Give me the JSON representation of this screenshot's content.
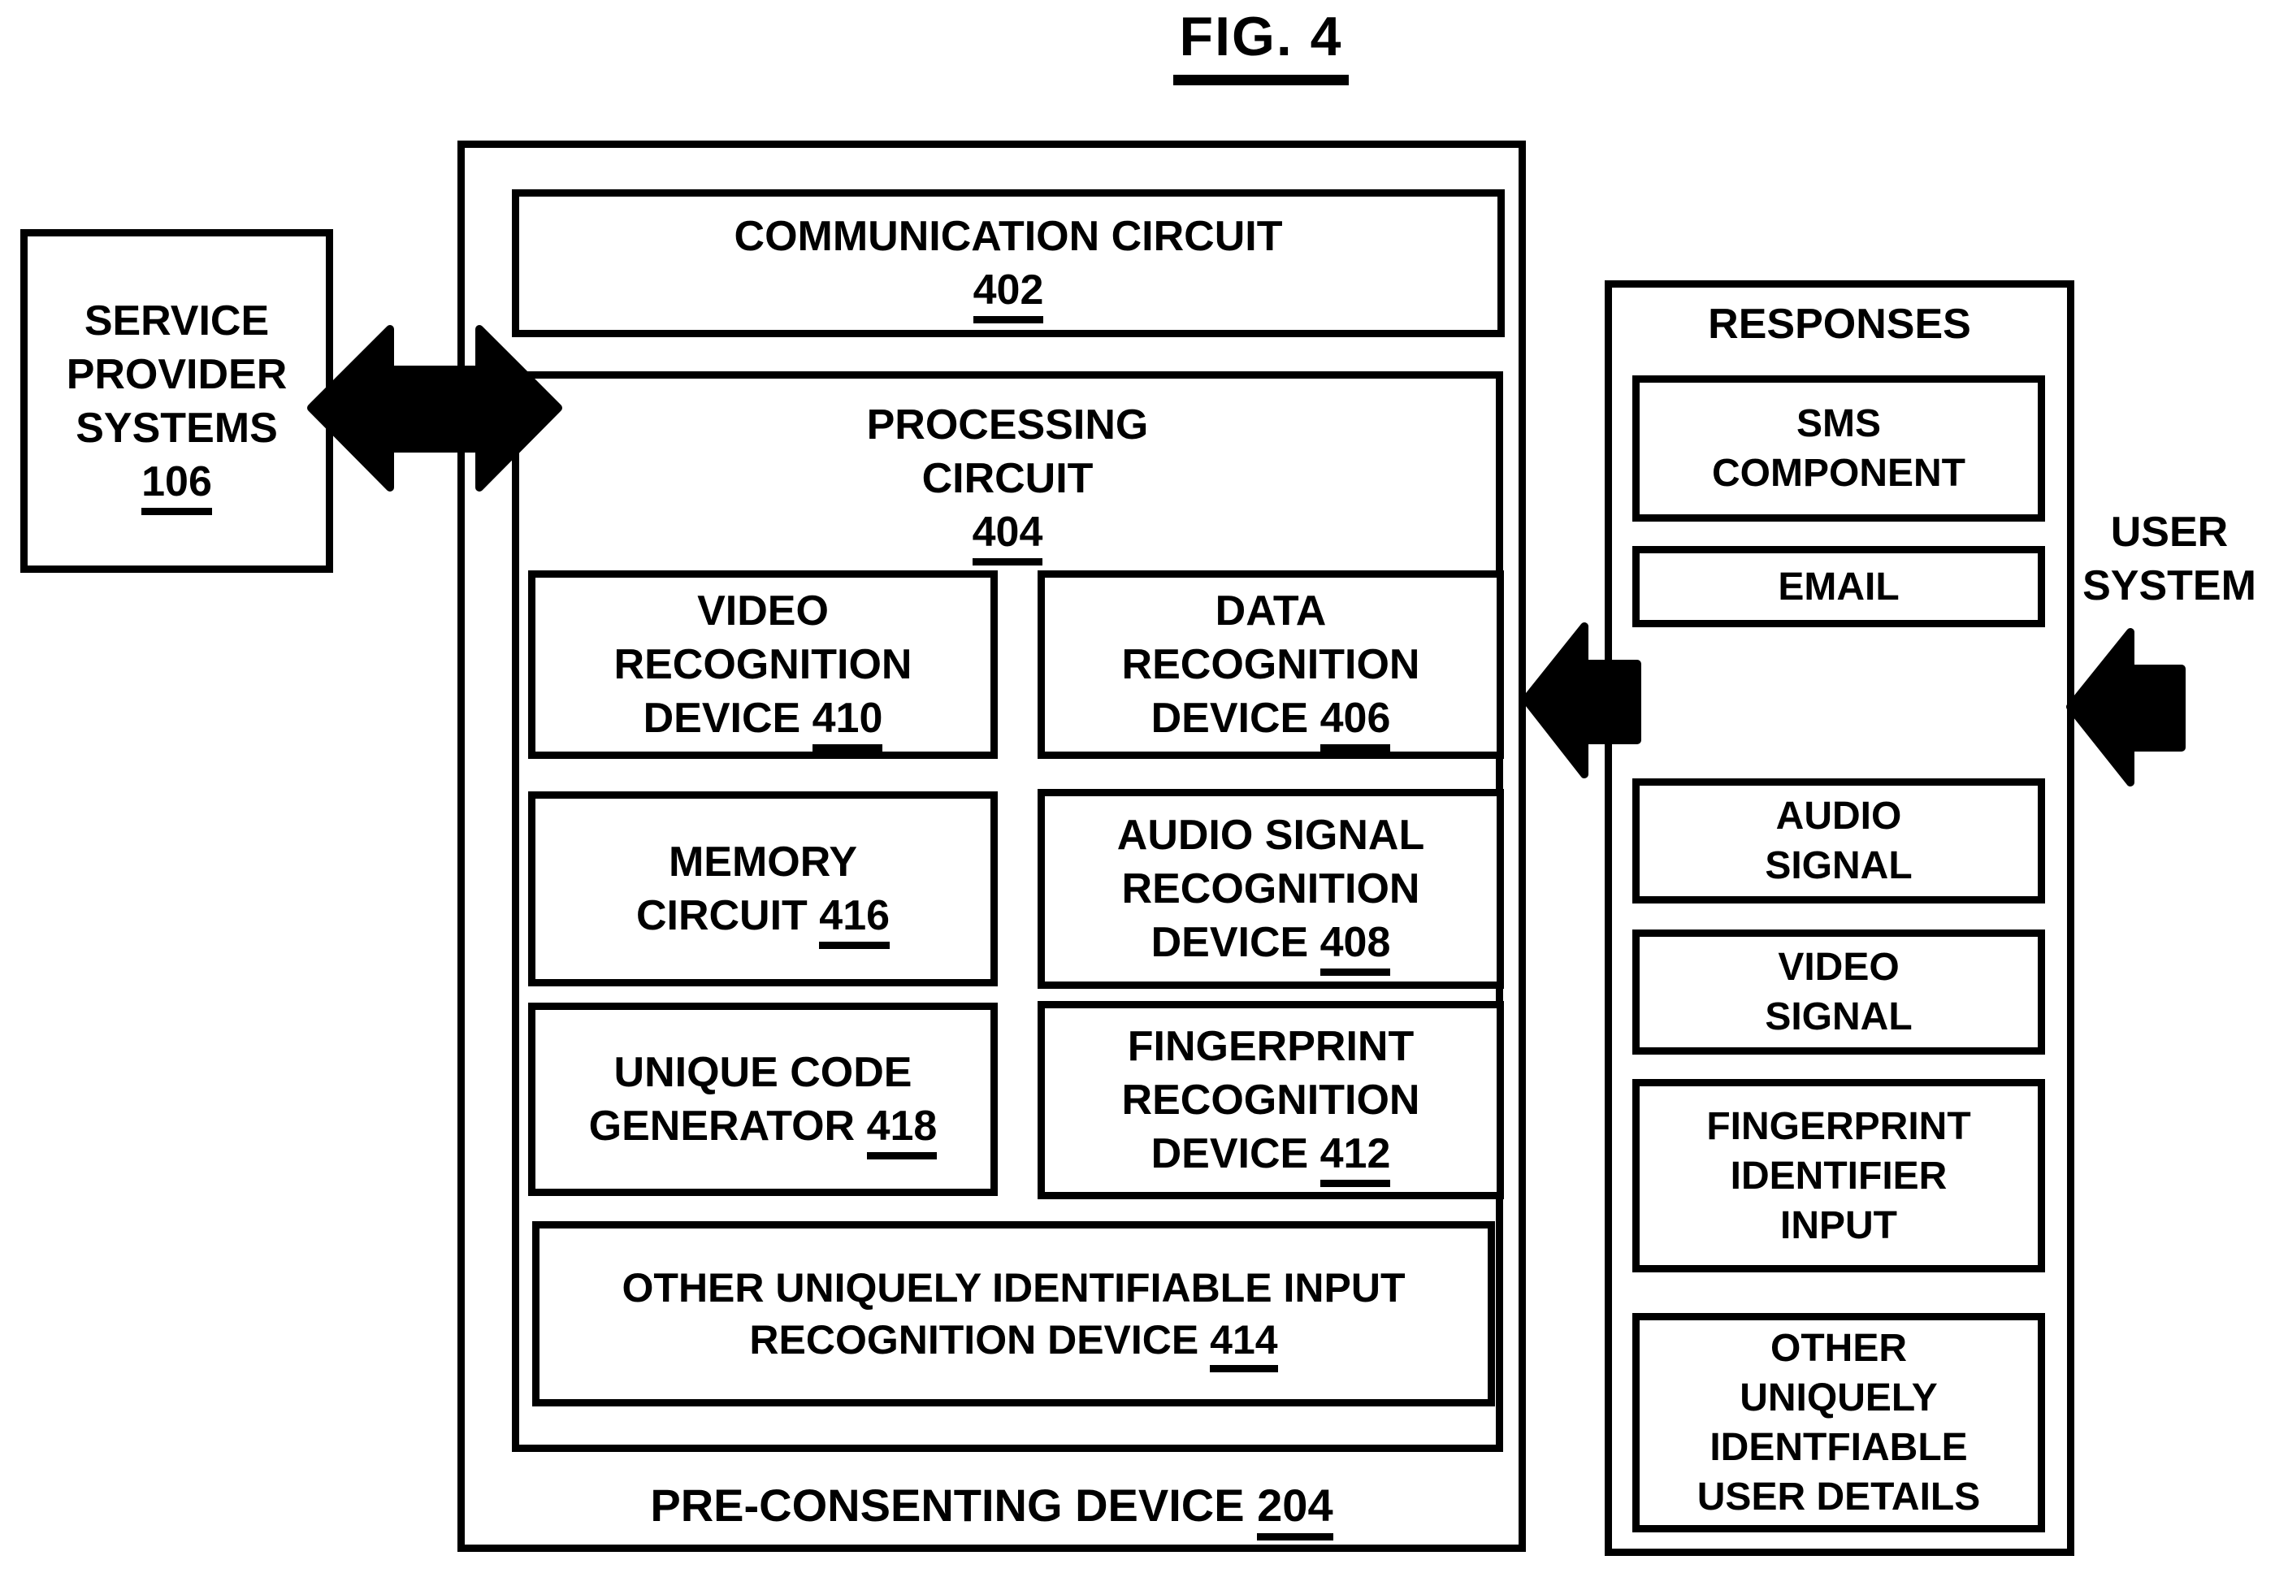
{
  "colors": {
    "ink": "#000000",
    "paper": "#ffffff"
  },
  "figure": {
    "title": "FIG. 4"
  },
  "service_provider": {
    "l1": "SERVICE",
    "l2": "PROVIDER",
    "l3": "SYSTEMS",
    "ref": "106"
  },
  "center": {
    "communication": {
      "label": "COMMUNICATION CIRCUIT",
      "ref": "402"
    },
    "processing": {
      "l1": "PROCESSING",
      "l2": "CIRCUIT",
      "ref": "404",
      "devices": [
        {
          "l1": "VIDEO",
          "l2": "RECOGNITION",
          "l3": "DEVICE",
          "ref": "410"
        },
        {
          "l1": "DATA",
          "l2": "RECOGNITION",
          "l3": "DEVICE",
          "ref": "406"
        },
        {
          "l1": "MEMORY",
          "l2": "CIRCUIT",
          "ref": "416"
        },
        {
          "l1": "AUDIO SIGNAL",
          "l2": "RECOGNITION",
          "l3": "DEVICE",
          "ref": "408"
        },
        {
          "l1": "UNIQUE CODE",
          "l2": "GENERATOR",
          "ref": "418"
        },
        {
          "l1": "FINGERPRINT",
          "l2": "RECOGNITION",
          "l3": "DEVICE",
          "ref": "412"
        },
        {
          "l1": "OTHER UNIQUELY IDENTIFIABLE INPUT",
          "l2": "RECOGNITION DEVICE",
          "ref": "414"
        }
      ]
    },
    "footer": {
      "label": "PRE-CONSENTING DEVICE",
      "ref": "204"
    }
  },
  "responses": {
    "title": "RESPONSES",
    "items": [
      {
        "lines": [
          "SMS",
          "COMPONENT"
        ]
      },
      {
        "lines": [
          "EMAIL"
        ]
      },
      {
        "lines": [
          "AUDIO",
          "SIGNAL"
        ]
      },
      {
        "lines": [
          "VIDEO",
          "SIGNAL"
        ]
      },
      {
        "lines": [
          "FINGERPRINT",
          "IDENTIFIER",
          "INPUT"
        ]
      },
      {
        "lines": [
          "OTHER",
          "UNIQUELY",
          "IDENTFIABLE",
          "USER DETAILS"
        ]
      }
    ]
  },
  "user_system": {
    "l1": "USER",
    "l2": "SYSTEM"
  },
  "arrows": [
    {
      "name": "service-provider-bidirectional-arrow",
      "direction": "left-right"
    },
    {
      "name": "responses-to-pre-consenting-arrow",
      "direction": "left"
    },
    {
      "name": "user-system-to-responses-arrow",
      "direction": "left"
    }
  ]
}
